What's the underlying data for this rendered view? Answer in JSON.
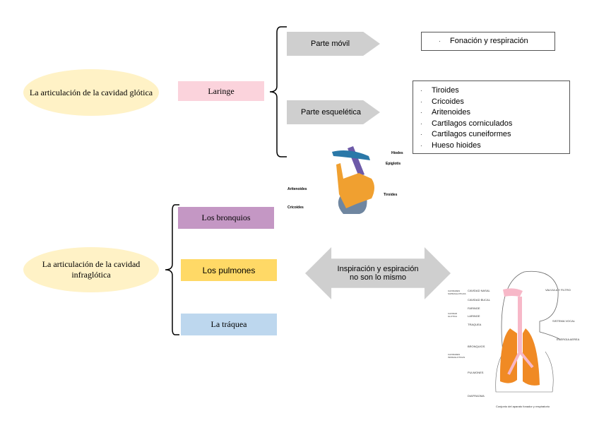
{
  "glottic": {
    "title": "La articulación de la cavidad glótica",
    "laringe": "Laringe",
    "movil": "Parte móvil",
    "esqueletica": "Parte esquelética",
    "movil_items": [
      "Fonación y respiración"
    ],
    "esqueletica_items": [
      "Tiroides",
      "Cricoides",
      "Aritenoides",
      "Cartilagos corniculados",
      "Cartilagos cuneiformes",
      "Hueso hioides"
    ],
    "larynx_image": {
      "labels": [
        "Hiodes",
        "Epiglotis",
        "Aritenoides",
        "Tiroides",
        "Cricoides"
      ]
    }
  },
  "infraglottic": {
    "title": "La articulación de la cavidad infraglótica",
    "items": [
      {
        "label": "Los bronquios",
        "color": "#c497c4"
      },
      {
        "label": "Los pulmones",
        "color": "#ffd966"
      },
      {
        "label": "La tráquea",
        "color": "#bdd7ee"
      }
    ],
    "arrow_text": "Inspiración y espiración no son lo mismo",
    "respiratory_image": {
      "left_labels": [
        "CAVIDAD NASAL",
        "CAVIDAD BUCAL",
        "FARINGE",
        "LARINGE",
        "TRAQUEA",
        "BRONQUIOS",
        "PULMONES",
        "DIAFRAGMA"
      ],
      "group_labels": [
        "CAVIDADES SUPRAGLOTICAS",
        "CAVIDAD GLOTICA",
        "CAVIDADES INFRAGLOTICAS"
      ],
      "right_labels": [
        "VALVULA Y FILTRO",
        "SISTEMA VOCAL",
        "ENERGIA AEREA"
      ],
      "caption": "Conjunto del aparato fonador y respiratorio"
    }
  },
  "colors": {
    "ellipse": "#fff2c6",
    "laringe": "#fbd3dc",
    "arrow": "#cfcfcf",
    "organ": "#f08a24",
    "airway": "#f7b8c8"
  }
}
